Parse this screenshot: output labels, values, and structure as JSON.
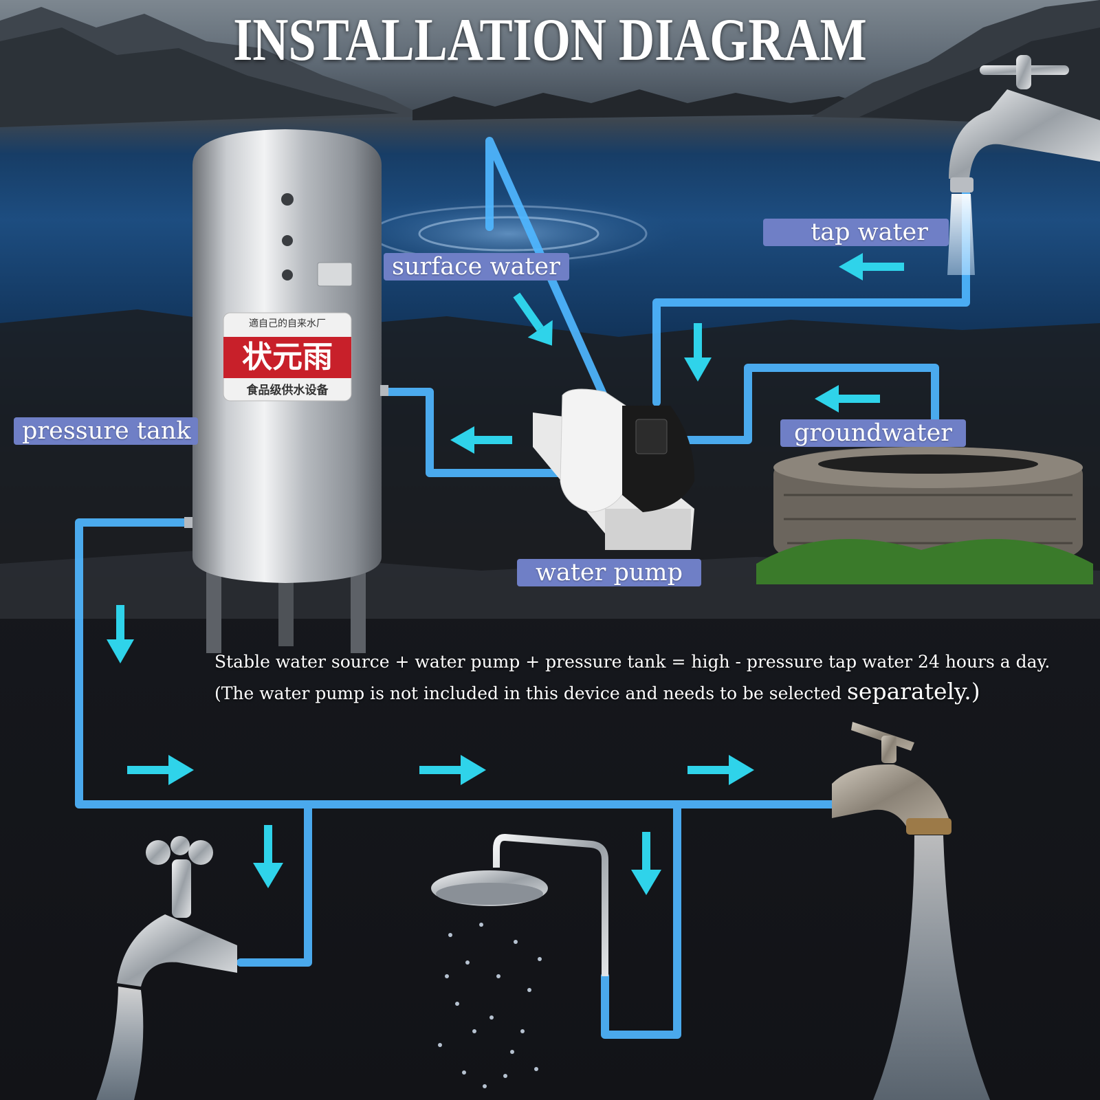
{
  "title": "INSTALLATION DIAGRAM",
  "labels": {
    "surface_water": "surface water",
    "tap_water": "tap water",
    "groundwater": "groundwater",
    "pressure_tank": "pressure tank",
    "water_pump": "water pump"
  },
  "tank_brand": {
    "tagline": "適自己的自来水厂",
    "name": "状元雨",
    "subtitle": "食品级供水设备"
  },
  "note": {
    "line1": "Stable water source + water pump + pressure tank = high - pressure tap water 24 hours a day.",
    "line2_prefix": "(The water pump is not included in this device and needs to be selected ",
    "line2_suffix": "separately.)"
  },
  "colors": {
    "pipe": "#4fb6ff",
    "arrow": "#2fd3ea",
    "label_bg": "#6f7fc6",
    "tank_red": "#c8202a"
  }
}
